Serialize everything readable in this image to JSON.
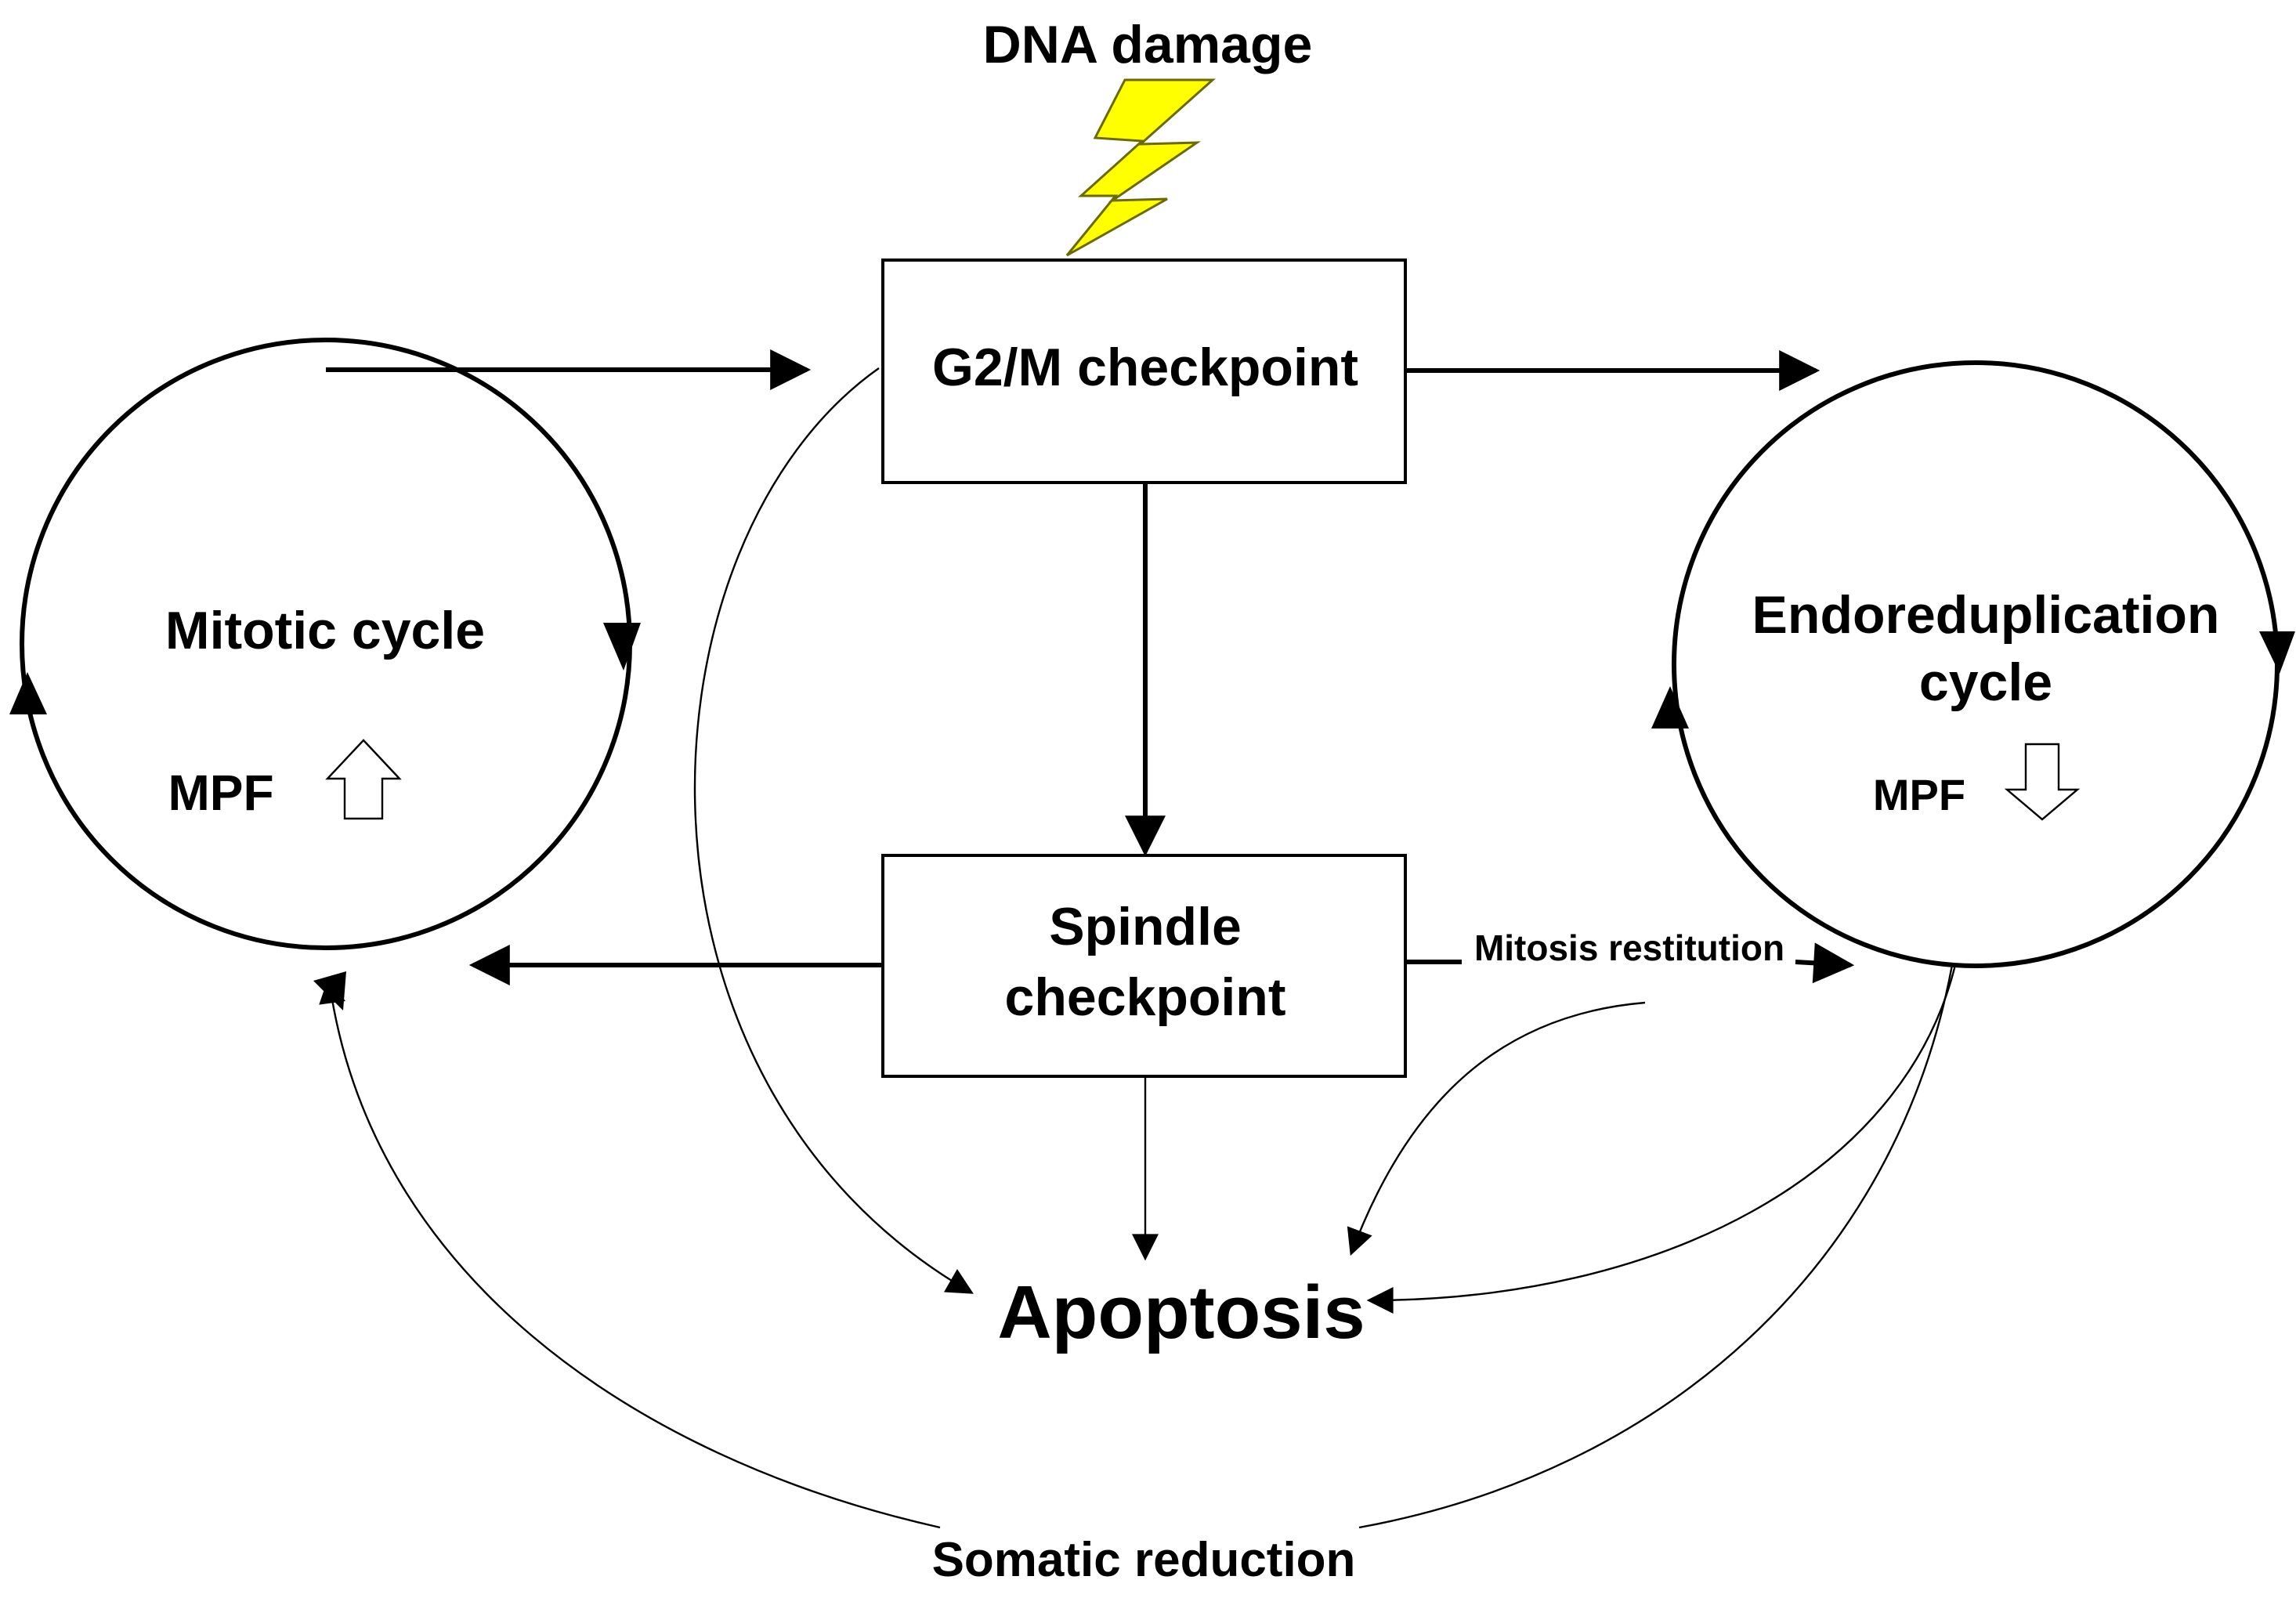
{
  "diagram": {
    "trigger": {
      "label": "DNA damage",
      "icon": "lightning-bolt-icon",
      "color": "#ffff00"
    },
    "g2m_checkpoint": {
      "label": "G2/M checkpoint"
    },
    "spindle_checkpoint": {
      "line1": "Spindle",
      "line2": "checkpoint"
    },
    "mitotic_cycle": {
      "label": "Mitotic cycle",
      "mpf_label": "MPF",
      "mpf_direction": "up",
      "mpf_icon": "up-arrow-icon"
    },
    "endoreduplication_cycle": {
      "line1": "Endoreduplication",
      "line2": "cycle",
      "mpf_label": "MPF",
      "mpf_direction": "down",
      "mpf_icon": "down-arrow-icon"
    },
    "mitosis_restitution": {
      "label": "Mitosis restitution"
    },
    "apoptosis": {
      "label": "Apoptosis"
    },
    "somatic_reduction": {
      "label": "Somatic reduction"
    }
  }
}
